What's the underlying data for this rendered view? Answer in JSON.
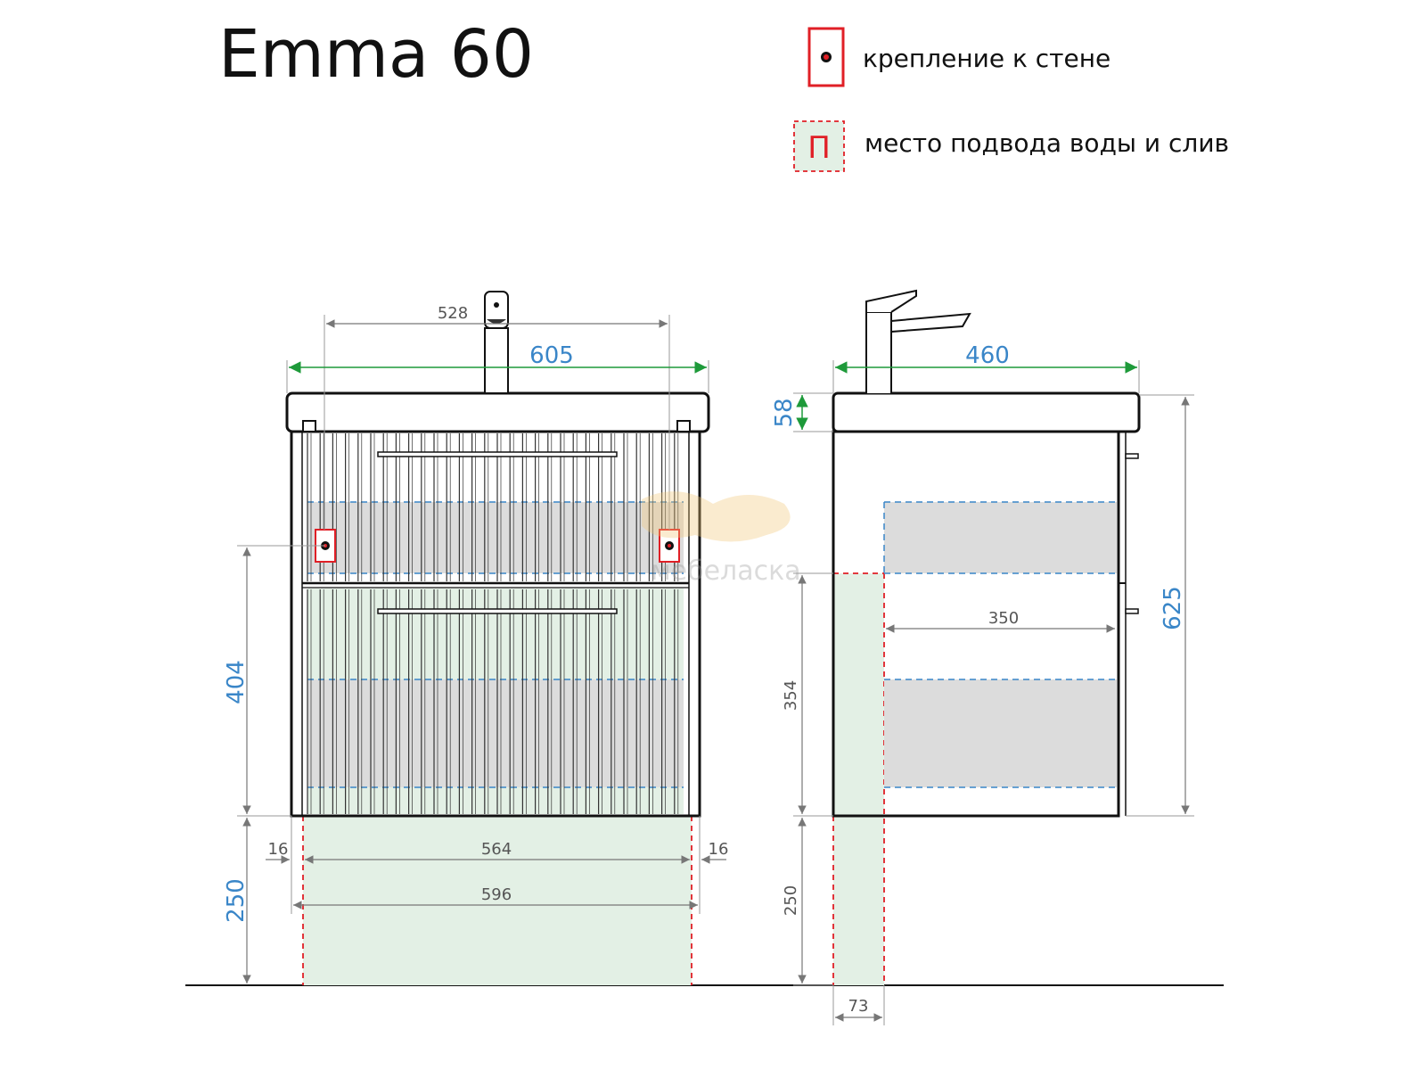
{
  "title": "Emma 60",
  "legend": {
    "wall_mount": "крепление к стене",
    "water_supply": "место подвода воды и слив",
    "water_supply_glyph": "П"
  },
  "watermark": "мебеласка",
  "dimensions": {
    "front_top_width": "528",
    "front_overall_width": "605",
    "side_overall_depth": "460",
    "countertop_thickness": "58",
    "mount_height": "404",
    "floor_clearance_front": "250",
    "inner_width": "564",
    "side_gap_left": "16",
    "side_gap_right": "16",
    "body_width": "596",
    "side_inner_depth": "350",
    "side_supply_height": "354",
    "overall_height": "625",
    "floor_clearance_side": "250",
    "supply_offset": "73"
  },
  "colors": {
    "accent_blue": "#3a86c8",
    "accent_green": "#1e9a3a",
    "mount_red": "#e01f26",
    "supply_zone": "#e3f0e5",
    "drawer_zone": "#dcdcdc",
    "outline": "#111111"
  }
}
